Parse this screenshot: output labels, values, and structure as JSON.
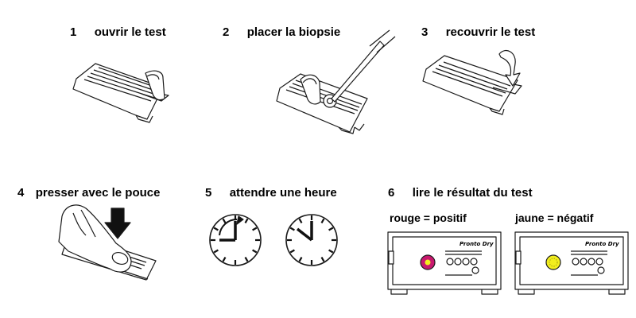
{
  "steps": [
    {
      "number": "1",
      "label": "ouvrir le test"
    },
    {
      "number": "2",
      "label": "placer la biopsie"
    },
    {
      "number": "3",
      "label": "recouvrir le test"
    },
    {
      "number": "4",
      "label": "presser avec le pouce"
    },
    {
      "number": "5",
      "label": "attendre une heure"
    },
    {
      "number": "6",
      "label": "lire le résultat du test"
    }
  ],
  "results": {
    "positive_label": "rouge = positif",
    "negative_label": "jaune = négatif",
    "device_brand": "Pronto Dry",
    "colors": {
      "positive": "#c8186e",
      "negative": "#f2ee1e",
      "outline": "#1a1a1a"
    }
  },
  "icons": [
    "test-strip-open-icon",
    "biopsy-placement-icon",
    "cover-test-icon",
    "thumb-press-icon",
    "clock-icon",
    "result-device-icon"
  ]
}
